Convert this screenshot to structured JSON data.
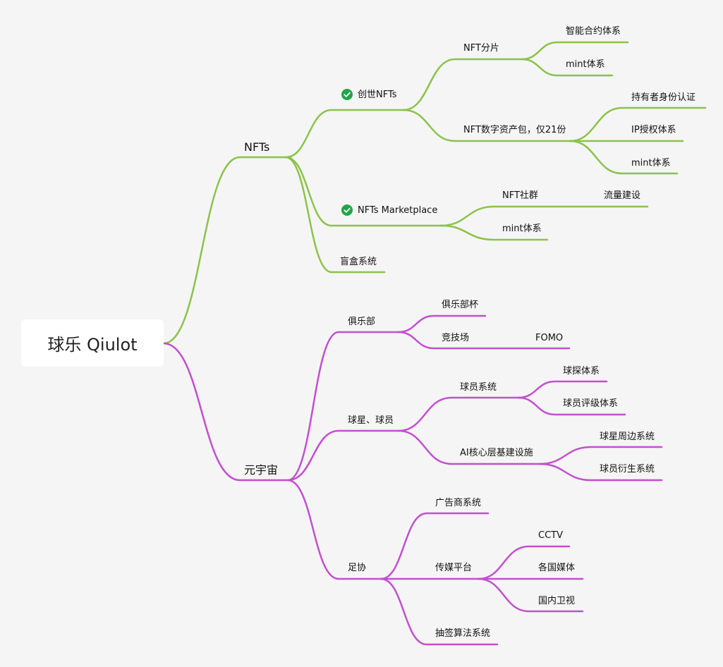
{
  "root": "球乐 Qiulot",
  "colors": {
    "nfts": "#8bc34a",
    "metaverse": "#c24fcf",
    "check": "#1fa64a"
  },
  "nfts": {
    "label": "NFTs",
    "genesis": {
      "label": "创世NFTs",
      "status_icon": "check-circle-icon",
      "shard": {
        "label": "NFT分片",
        "children": [
          "智能合约体系",
          "mint体系"
        ]
      },
      "package": {
        "label": "NFT数字资产包，仅21份",
        "children": [
          "持有者身份认证",
          "IP授权体系",
          "mint体系"
        ]
      }
    },
    "marketplace": {
      "label": "NFTs Marketplace",
      "status_icon": "check-circle-icon",
      "community": {
        "label": "NFT社群",
        "child": "流量建设"
      },
      "mint": "mint体系"
    },
    "blindbox": "盲盒系统"
  },
  "metaverse": {
    "label": "元宇宙",
    "club": {
      "label": "俱乐部",
      "cup": "俱乐部杯",
      "arena": {
        "label": "竞技场",
        "child": "FOMO"
      }
    },
    "stars": {
      "label": "球星、球员",
      "player_system": {
        "label": "球员系统",
        "children": [
          "球探体系",
          "球员评级体系"
        ]
      },
      "ai": {
        "label": "AI核心层基建设施",
        "children": [
          "球星周边系统",
          "球员衍生系统"
        ]
      }
    },
    "fa": {
      "label": "足协",
      "ads": "广告商系统",
      "media": {
        "label": "传媒平台",
        "children": [
          "CCTV",
          "各国媒体",
          "国内卫视"
        ]
      },
      "draw": "抽签算法系统"
    }
  }
}
